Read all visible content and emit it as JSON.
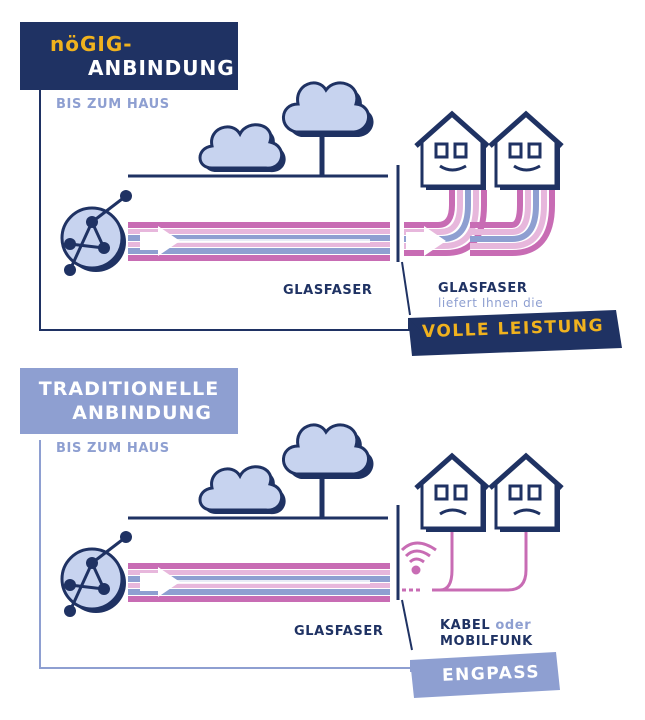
{
  "colors": {
    "navy": "#1f3263",
    "lavender": "#8e9fd1",
    "light_blue": "#c7d3ef",
    "pink": "#c86cb4",
    "light_pink": "#e7b7dc",
    "yellow": "#f0b21e",
    "white": "#ffffff"
  },
  "panel_top": {
    "title_line1": "nöGIG-",
    "title_line2": "ANBINDUNG",
    "subtitle": "BIS ZUM HAUS",
    "fiber_label": "GLASFASER",
    "right_label_line1": "GLASFASER",
    "right_label_line2": "liefert Ihnen die",
    "banner": "VOLLE LEISTUNG"
  },
  "panel_bottom": {
    "title_line1": "TRADITIONELLE",
    "title_line2": "ANBINDUNG",
    "subtitle": "BIS ZUM HAUS",
    "fiber_label": "GLASFASER",
    "right_label_word1": "KABEL",
    "right_label_word2": "oder",
    "right_label_line2": "MOBILFUNK",
    "banner": "ENGPASS"
  }
}
